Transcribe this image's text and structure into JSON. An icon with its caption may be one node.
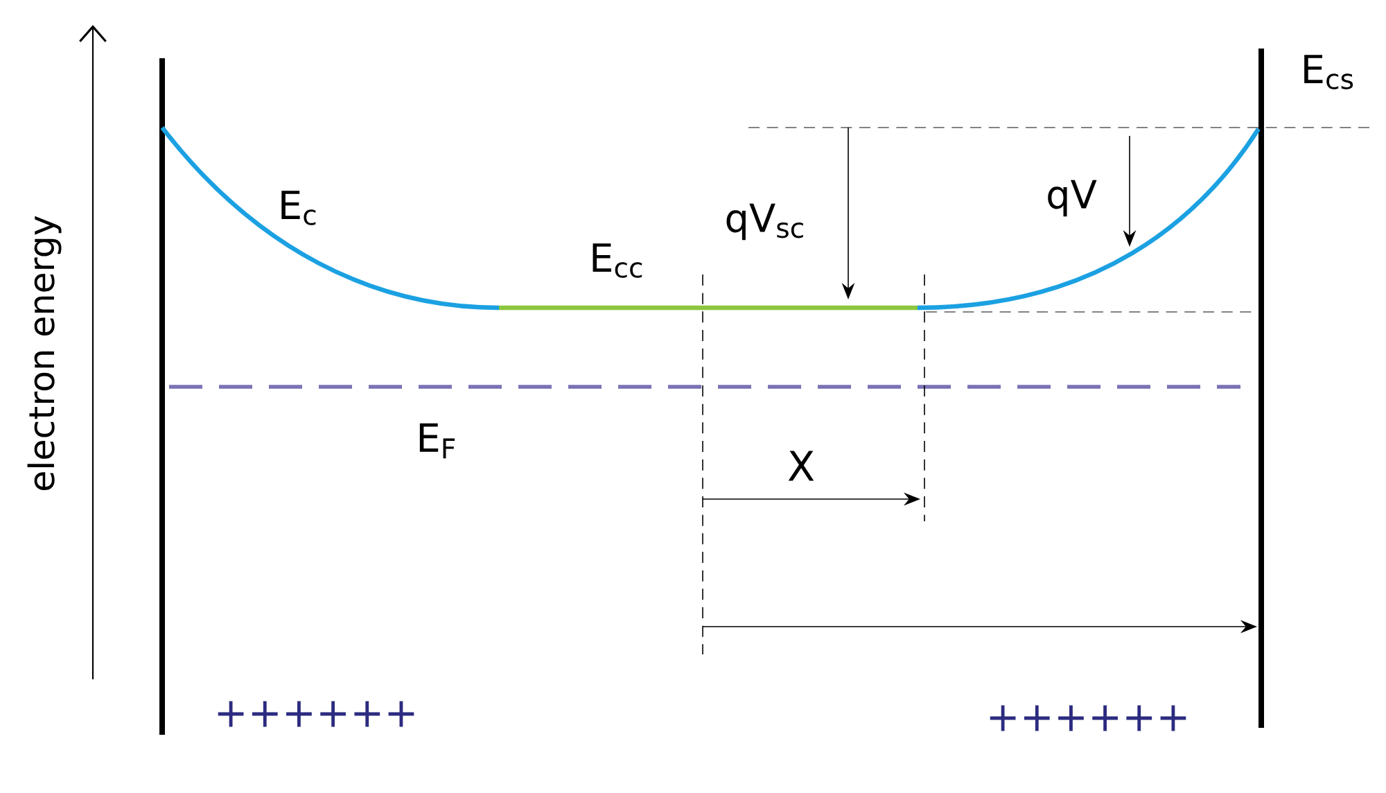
{
  "diagram": {
    "labels": [
      "electron energy",
      "E$_{cs}$",
      "E$_{c}$",
      "qV$_{sc}$",
      "qV",
      "E$_{cc}$",
      "E$_{F}$",
      "X",
      "++++++",
      "++++++"
    ]
  }
}
